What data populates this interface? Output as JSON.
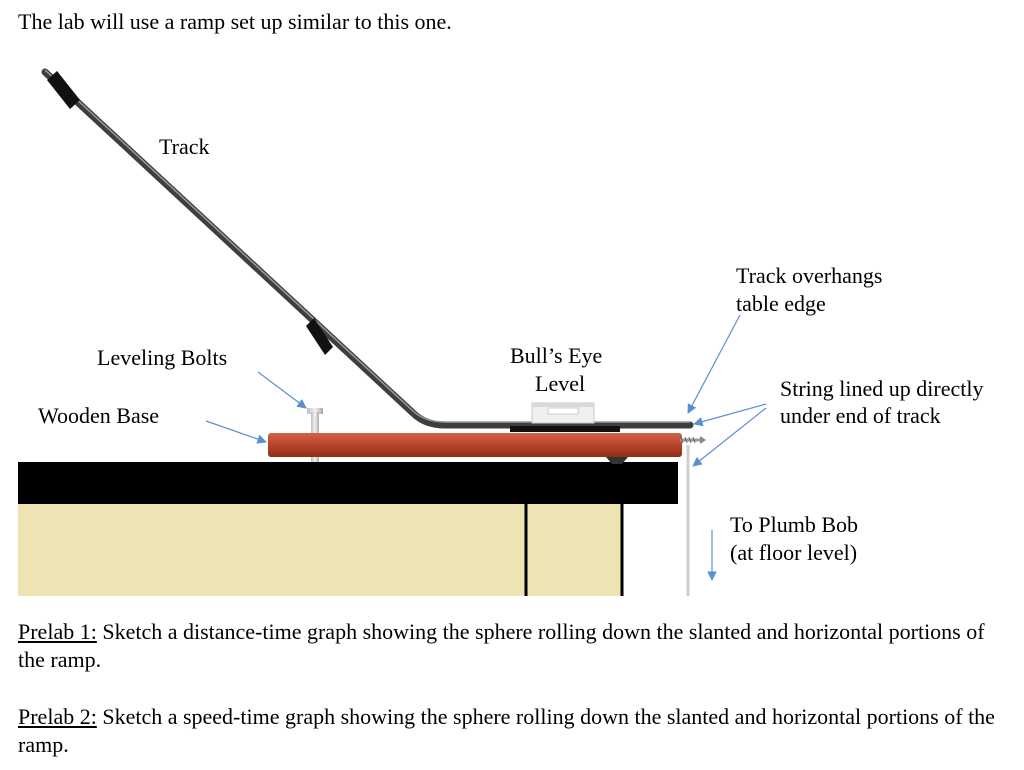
{
  "intro": "The lab will use a ramp set up similar to this one.",
  "labels": {
    "track": "Track",
    "overhang_line1": "Track overhangs",
    "overhang_line2": "table edge",
    "leveling_bolts": "Leveling Bolts",
    "bulls_eye_line1": "Bull’s Eye",
    "bulls_eye_line2": "Level",
    "string_line1": "String lined up directly",
    "string_line2": "under end of track",
    "wooden_base": "Wooden Base",
    "plumb_line1": "To Plumb Bob",
    "plumb_line2": "(at floor level)"
  },
  "prelab1": {
    "label": "Prelab 1:",
    "text": " Sketch a distance-time graph showing the sphere rolling down the slanted and horizontal portions of the ramp."
  },
  "prelab2": {
    "label": "Prelab 2:",
    "text": " Sketch a speed-time graph showing the sphere rolling down the slanted and horizontal portions of the ramp."
  },
  "colors": {
    "arrow": "#5b8fd2",
    "track": "#4a4a4a",
    "base": "#b8452a",
    "table_top": "#000000",
    "table_leg": "#ede3b3"
  }
}
